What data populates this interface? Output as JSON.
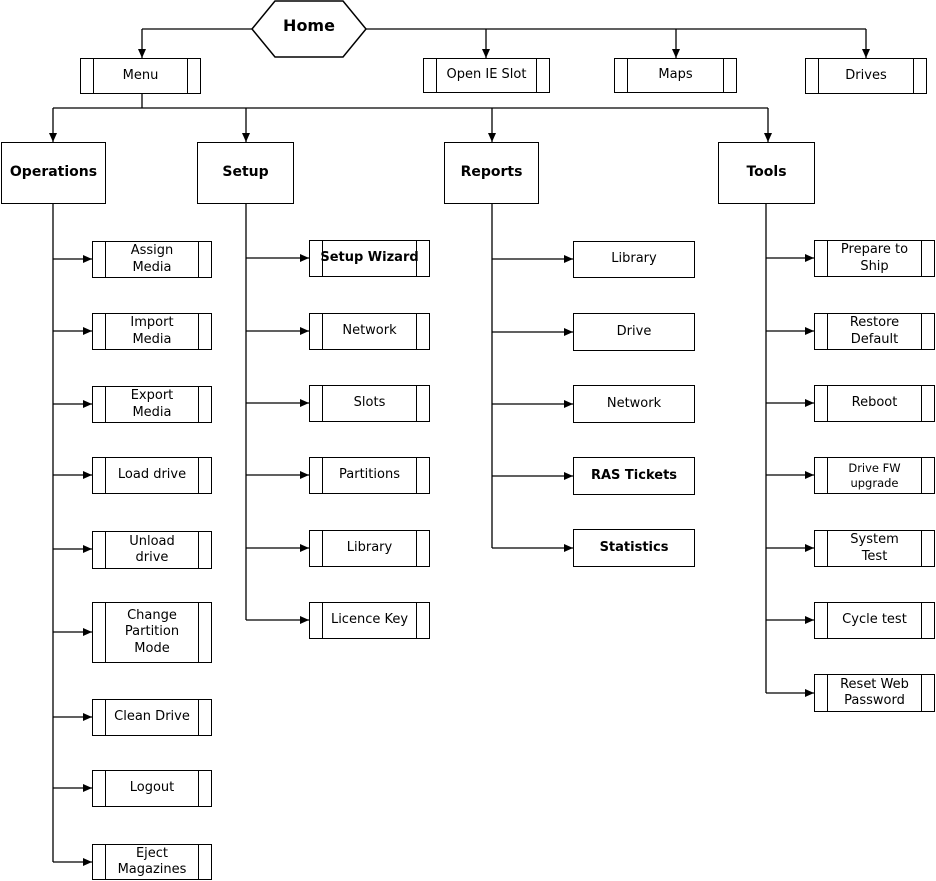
{
  "home": {
    "label": "Home"
  },
  "top_row": [
    {
      "id": "menu",
      "label": "Menu"
    },
    {
      "id": "open-ie-slot",
      "label": "Open IE Slot"
    },
    {
      "id": "maps",
      "label": "Maps"
    },
    {
      "id": "drives",
      "label": "Drives"
    }
  ],
  "categories": [
    {
      "id": "operations",
      "label": "Operations",
      "items": [
        {
          "label": "Assign\nMedia"
        },
        {
          "label": "Import\nMedia"
        },
        {
          "label": "Export\nMedia"
        },
        {
          "label": "Load drive"
        },
        {
          "label": "Unload\ndrive"
        },
        {
          "label": "Change\nPartition\nMode"
        },
        {
          "label": "Clean Drive"
        },
        {
          "label": "Logout"
        },
        {
          "label": "Eject\nMagazines"
        }
      ]
    },
    {
      "id": "setup",
      "label": "Setup",
      "items": [
        {
          "label": "Setup Wizard",
          "bold": true
        },
        {
          "label": "Network"
        },
        {
          "label": "Slots"
        },
        {
          "label": "Partitions"
        },
        {
          "label": "Library"
        },
        {
          "label": "Licence Key"
        }
      ]
    },
    {
      "id": "reports",
      "label": "Reports",
      "items": [
        {
          "label": "Library"
        },
        {
          "label": "Drive"
        },
        {
          "label": "Network"
        },
        {
          "label": "RAS Tickets",
          "bold": true
        },
        {
          "label": "Statistics",
          "bold": true
        }
      ]
    },
    {
      "id": "tools",
      "label": "Tools",
      "items": [
        {
          "label": "Prepare to\nShip"
        },
        {
          "label": "Restore\nDefault"
        },
        {
          "label": "Reboot"
        },
        {
          "label": "Drive FW\nupgrade",
          "small": true
        },
        {
          "label": "System\nTest"
        },
        {
          "label": "Cycle test"
        },
        {
          "label": "Reset Web\nPassword"
        }
      ]
    }
  ]
}
